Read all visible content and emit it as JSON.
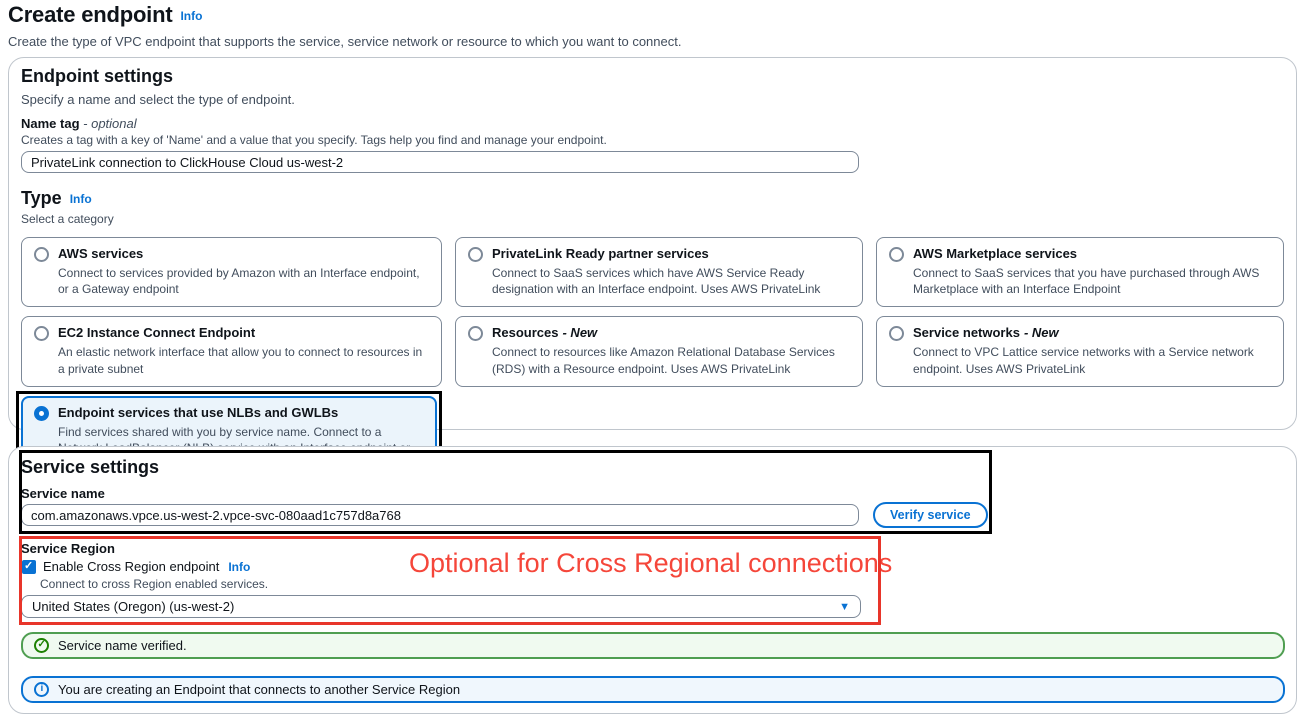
{
  "page": {
    "title": "Create endpoint",
    "title_info": "Info",
    "subtitle": "Create the type of VPC endpoint that supports the service, service network or resource to which you want to connect."
  },
  "colors": {
    "accent_blue": "#0972d3",
    "annotation_red": "#e8352a",
    "annotation_black": "#000000",
    "success_green": "#1d8102",
    "selected_tile_bg": "#ebf4fb"
  },
  "endpoint_settings": {
    "title": "Endpoint settings",
    "description": "Specify a name and select the type of endpoint.",
    "name_tag": {
      "label": "Name tag",
      "optional_suffix": "- optional",
      "help": "Creates a tag with a key of 'Name' and a value that you specify. Tags help you find and manage your endpoint.",
      "value": "PrivateLink connection to ClickHouse Cloud us-west-2"
    },
    "type": {
      "label": "Type",
      "info": "Info",
      "description": "Select a category",
      "options": [
        {
          "title": "AWS services",
          "description": "Connect to services provided by Amazon with an Interface endpoint, or a Gateway endpoint",
          "selected": false
        },
        {
          "title": "PrivateLink Ready partner services",
          "description": "Connect to SaaS services which have AWS Service Ready designation with an Interface endpoint. Uses AWS PrivateLink",
          "selected": false
        },
        {
          "title": "AWS Marketplace services",
          "description": "Connect to SaaS services that you have purchased through AWS Marketplace with an Interface Endpoint",
          "selected": false
        },
        {
          "title": "EC2 Instance Connect Endpoint",
          "description": "An elastic network interface that allow you to connect to resources in a private subnet",
          "selected": false
        },
        {
          "title": "Resources",
          "suffix": "- New",
          "description": "Connect to resources like Amazon Relational Database Services (RDS) with a Resource endpoint. Uses AWS PrivateLink",
          "selected": false
        },
        {
          "title": "Service networks",
          "suffix": "- New",
          "description": "Connect to VPC Lattice service networks with a Service network endpoint. Uses AWS PrivateLink",
          "selected": false
        },
        {
          "title": "Endpoint services that use NLBs and GWLBs",
          "description": "Find services shared with you by service name. Connect to a Network LoadBalancer (NLB) service with an Interface endpoint or to a Gateway LoadBalancer (GWLB) service with a Gateway Load Balancer endpoint",
          "selected": true
        }
      ]
    }
  },
  "service_settings": {
    "title": "Service settings",
    "service_name": {
      "label": "Service name",
      "value": "com.amazonaws.vpce.us-west-2.vpce-svc-080aad1c757d8a768"
    },
    "verify_button_label": "Verify service",
    "service_region": {
      "label": "Service Region",
      "checkbox_label": "Enable Cross Region endpoint",
      "checkbox_checked": true,
      "info": "Info",
      "help": "Connect to cross Region enabled services.",
      "selected_region": "United States (Oregon) (us-west-2)"
    },
    "red_annotation": "Optional for Cross Regional connections",
    "success_banner": "Service name verified.",
    "info_banner": "You are creating an Endpoint that connects to another Service Region"
  }
}
